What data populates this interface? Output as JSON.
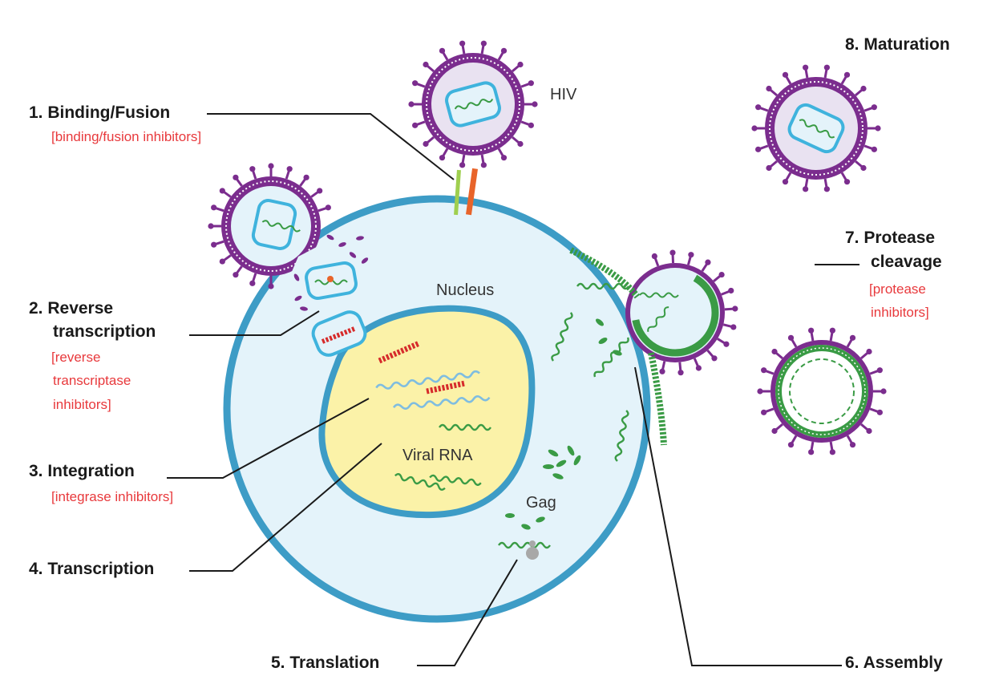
{
  "hiv_label": "HIV",
  "nucleus_label": "Nucleus",
  "viral_rna_label": "Viral RNA",
  "gag_label": "Gag",
  "steps": {
    "binding": {
      "title": "1. Binding/Fusion",
      "inhibitor": "[binding/fusion inhibitors]"
    },
    "reverse": {
      "title_lines": [
        "2. Reverse",
        "transcription"
      ],
      "inhibitor_lines": [
        "[reverse",
        "transcriptase",
        "inhibitors]"
      ]
    },
    "integration": {
      "title": "3. Integration",
      "inhibitor": "[integrase inhibitors]"
    },
    "transcription": {
      "title": "4. Transcription"
    },
    "translation": {
      "title": "5. Translation"
    },
    "assembly": {
      "title": "6. Assembly"
    },
    "protease": {
      "title_lines": [
        "7. Protease",
        "cleavage"
      ],
      "inhibitor_lines": [
        "[protease",
        "inhibitors]"
      ]
    },
    "maturation": {
      "title": "8. Maturation"
    }
  },
  "colors": {
    "cell_fill": "#e4f3fa",
    "cell_membrane": "#3d9cc6",
    "nucleus_fill": "#fbf2a8",
    "virus_envelope": "#7b2d8e",
    "virus_inner": "#e9e2f1",
    "capsid": "#3fb3dd",
    "rna_green": "#3a9b45",
    "dna_red": "#d62b2b",
    "receptor_orange": "#e8642a",
    "receptor_green": "#9fcf4f",
    "inhibitor_text": "#e8393c"
  }
}
